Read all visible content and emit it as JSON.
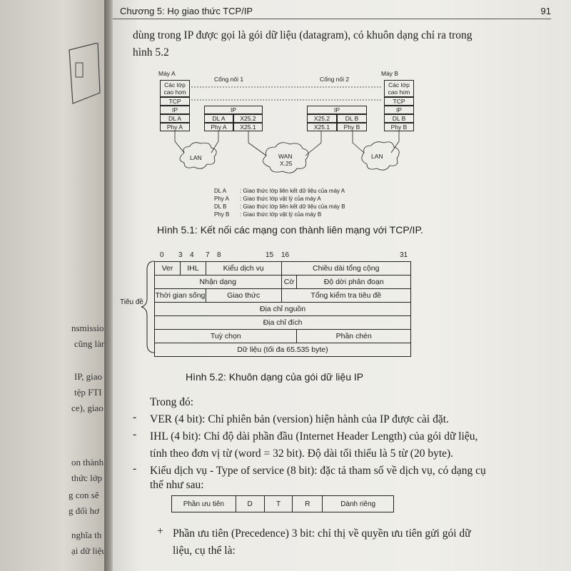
{
  "header": {
    "chapter_title": "Chương 5: Họ giao thức TCP/IP",
    "page_number": "91"
  },
  "intro_text": {
    "line1": "dùng trong IP được gọi là gói dữ liệu (datagram), có khuôn dạng chỉ ra trong",
    "line2": "hình 5.2"
  },
  "figure1": {
    "machine_a": "Máy A",
    "machine_b": "Máy B",
    "gateway1": "Cổng nối 1",
    "gateway2": "Cổng nối 2",
    "stack_a": [
      "Các lớp cao hơn",
      "TCP",
      "IP",
      "DL A",
      "Phy A"
    ],
    "stack_b": [
      "Các lớp cao hơn",
      "TCP",
      "IP",
      "DL B",
      "Phy B"
    ],
    "gw1": {
      "ip": "IP",
      "dl": "DL A",
      "x252": "X25.2",
      "phy": "Phy A",
      "x251": "X25.1"
    },
    "gw2": {
      "ip": "IP",
      "x252": "X25.2",
      "dl": "DL B",
      "x251": "X25.1",
      "phy": "Phy B"
    },
    "lan1": "LAN",
    "wan": "WAN",
    "wan_sub": "X.25",
    "lan2": "LAN",
    "legend": [
      {
        "key": "DL A",
        "desc": ": Giao thức lớp  liên kết dữ liệu của máy A"
      },
      {
        "key": "Phy A",
        "desc": ": Giao thức lớp  vật lý của máy A"
      },
      {
        "key": "DL B",
        "desc": ": Giao thức lớp  liên kết dữ liệu của máy B"
      },
      {
        "key": "Phy B",
        "desc": ": Giao thức lớp  vật lý của máy B"
      }
    ],
    "caption": "Hình 5.1: Kết nối các mạng con thành liên mạng với TCP/IP."
  },
  "figure2": {
    "bits": [
      "0",
      "3",
      "4",
      "7",
      "8",
      "15",
      "16",
      "31"
    ],
    "side_label": "Tiêu đề",
    "rows": {
      "r1": [
        "Ver",
        "IHL",
        "Kiểu dịch vụ",
        "Chiều dài tổng cộng"
      ],
      "r2": [
        "Nhận dạng",
        "Cờ",
        "Độ dời phân đoạn"
      ],
      "r3": [
        "Thời gian sống",
        "Giao thức",
        "Tổng kiểm tra tiêu đề"
      ],
      "r4": [
        "Địa chỉ nguồn"
      ],
      "r5": [
        "Địa chỉ đích"
      ],
      "r6": [
        "Tuỳ chọn",
        "Phần chèn"
      ],
      "r7": [
        "Dữ liệu (tối đa 65.535 byte)"
      ]
    },
    "caption": "Hình 5.2: Khuôn dạng của gói dữ liệu IP"
  },
  "trong_do": "Trong đó:",
  "bullets": [
    {
      "text": "VER (4 bit): Chỉ phiên bản (version) hiện hành của IP được cài đặt."
    },
    {
      "line1": "IHL (4 bit): Chỉ độ dài phần đầu (Internet Header Length) của gói dữ liệu,",
      "line2": "tính theo đơn vị từ (word = 32 bit). Độ dài tối thiểu là 5 từ (20 byte)."
    },
    {
      "line1": "Kiểu dịch vụ - Type of service (8 bit): đặc tả tham số về dịch vụ, có dạng cụ",
      "line2": "thể như sau:"
    }
  ],
  "service_table": [
    "Phần ưu tiên",
    "D",
    "T",
    "R",
    "Dành riêng"
  ],
  "sub_bullet": {
    "line1": "Phần ưu tiên (Precedence) 3 bit: chỉ thị về quyền ưu tiên gửi gói dữ",
    "line2": "liệu, cụ thể là:"
  },
  "left_page_fragments": [
    "nsmissio",
    "cũng làm",
    "IP, giao",
    "tệp FTI",
    "ce), giao",
    "on thành",
    "thức lớp",
    "g con sẽ",
    "g đổi hơ",
    "nghĩa th",
    "ại dữ liệu"
  ]
}
